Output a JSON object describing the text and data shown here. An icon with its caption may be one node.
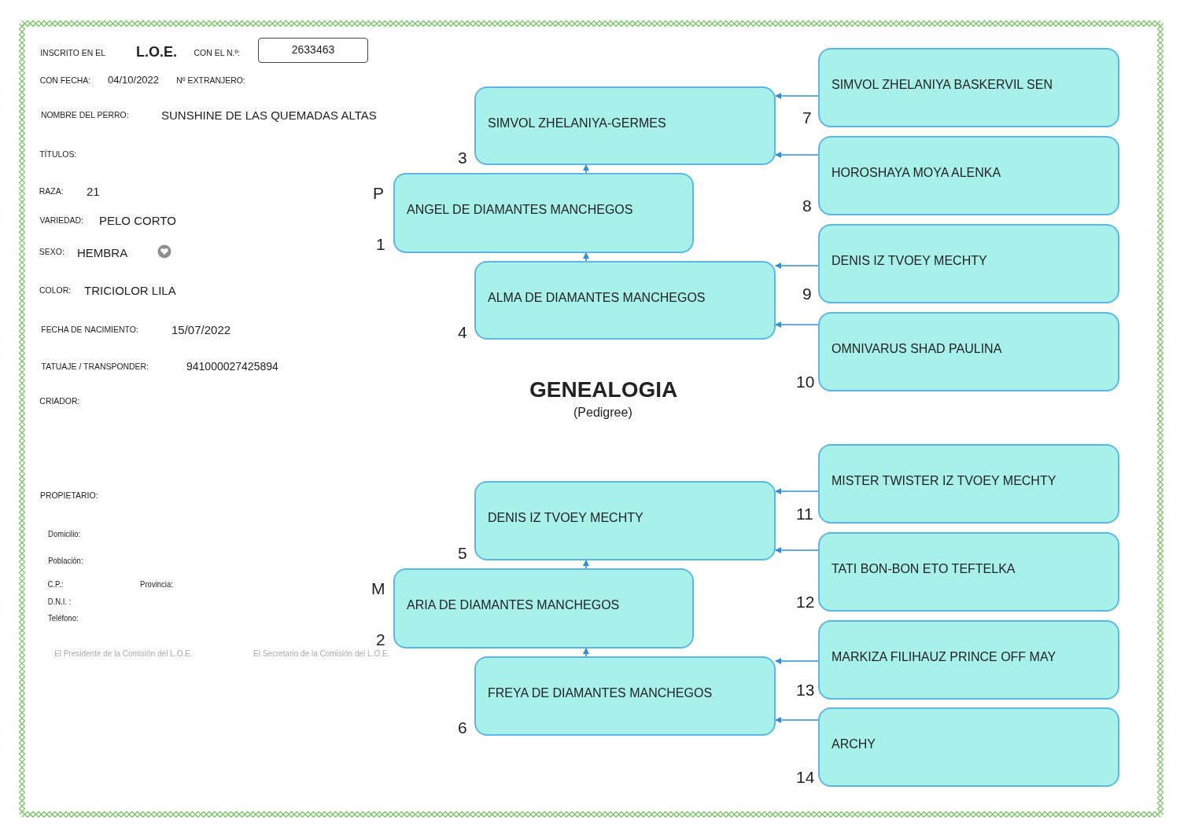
{
  "diagram": {
    "nodes": [
      {
        "text": [
          "ANGEL DE DIAMANTES  MANCHEGOS"
        ],
        "beside": [
          "P",
          "1"
        ]
      },
      {
        "text": [
          "ARIA DE DIAMANTES MANCHEGOS"
        ],
        "beside": [
          "M",
          "2"
        ]
      },
      {
        "text": [
          "SIMVOL ZHELANIYA-GERMES"
        ],
        "beside": [
          "3"
        ]
      },
      {
        "text": [
          "ALMA DE DIAMANTES MANCHEGOS"
        ],
        "beside": [
          "4"
        ]
      },
      {
        "text": [
          "DENIS IZ TVOEY MECHTY"
        ],
        "beside": [
          "5"
        ]
      },
      {
        "text": [
          "FREYA DE DIAMANTES MANCHEGOS"
        ],
        "beside": [
          "6"
        ]
      },
      {
        "text": [
          "SIMVOL ZHELANIYA BASKERVIL SEN"
        ],
        "beside": [
          "7"
        ]
      },
      {
        "text": [
          "HOROSHAYA MOYA ALENKA"
        ],
        "beside": [
          "8"
        ]
      },
      {
        "text": [
          "DENIS IZ TVOEY MECHTY"
        ],
        "beside": [
          "9"
        ]
      },
      {
        "text": [
          "OMNIVARUS SHAD PAULINA"
        ],
        "beside": [
          "10"
        ]
      },
      {
        "text": [
          "MISTER TWISTER IZ TVOEY MECHTY"
        ],
        "beside": [
          "11"
        ]
      },
      {
        "text": [
          "TATI BON-BON ETO TEFTELKA"
        ],
        "beside": [
          "12"
        ]
      },
      {
        "text": [
          "MARKIZA FILIHAUZ PRINCE OFF MAY"
        ],
        "beside": [
          "13"
        ]
      },
      {
        "text": [
          "ARCHY"
        ],
        "beside": [
          "14"
        ]
      }
    ],
    "edges": [
      {
        "from": 0,
        "to": 2,
        "arrow": "to"
      },
      {
        "from": 3,
        "to": 0,
        "arrow": "to"
      },
      {
        "from": 1,
        "to": 4,
        "arrow": "to"
      },
      {
        "from": 5,
        "to": 1,
        "arrow": "to"
      },
      {
        "from": 6,
        "to": 2,
        "arrow": "to"
      },
      {
        "from": 7,
        "to": 2,
        "arrow": "to"
      },
      {
        "from": 8,
        "to": 3,
        "arrow": "to"
      },
      {
        "from": 9,
        "to": 3,
        "arrow": "to"
      },
      {
        "from": 10,
        "to": 4,
        "arrow": "to"
      },
      {
        "from": 11,
        "to": 4,
        "arrow": "to"
      },
      {
        "from": 12,
        "to": 5,
        "arrow": "to"
      },
      {
        "from": 13,
        "to": 5,
        "arrow": "to"
      }
    ],
    "labels": [
      "INSCRITO EN EL",
      "L.O.E.",
      "CON EL N.º:",
      "2633463",
      "CON FECHA:",
      "04/10/2022",
      "Nº EXTRANJERO:",
      "NOMBRE DEL PERRO:",
      "SUNSHINE DE LAS QUEMADAS ALTAS",
      "TÍTULOS:",
      "RAZA:",
      "21",
      "VARIEDAD:",
      "PELO CORTO",
      "SEXO:",
      "HEMBRA",
      "COLOR:",
      "TRICIOLOR LILA",
      "FECHA DE NACIMIENTO:",
      "15/07/2022",
      "TATUAJE / TRANSPONDER:",
      "941000027425894",
      "CRIADOR:",
      "GENEALOGIA",
      "(Pedigree)",
      "PROPIETARIO:",
      "Domicilio:",
      "Población:",
      "C.P.:",
      "Provincia:",
      "D.N.I. :",
      "Teléfono:",
      "El Presidente de la Comisión del L.O.E.",
      "El Secretario de la Comisión del L.O.E."
    ]
  }
}
